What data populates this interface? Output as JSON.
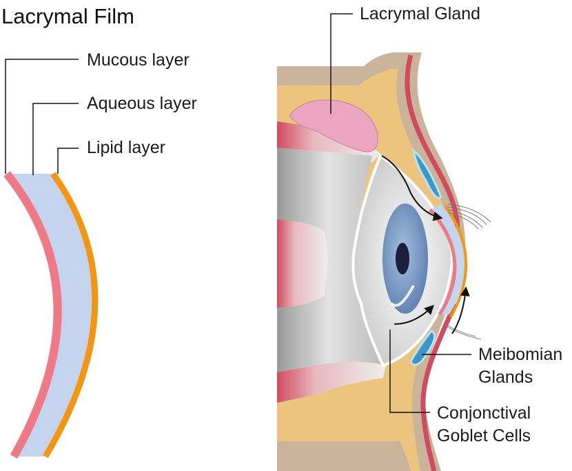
{
  "title": "Lacrymal Film",
  "film_layers": {
    "mucous": "Mucous layer",
    "aqueous": "Aqueous layer",
    "lipid": "Lipid layer"
  },
  "eye_labels": {
    "lacrymal_gland": "Lacrymal Gland",
    "meibomian_1": "Meibomian",
    "meibomian_2": "Glands",
    "goblet_1": "Conjonctival",
    "goblet_2": "Goblet Cells"
  },
  "colors": {
    "mucous": "#ef7a86",
    "aqueous": "#c5d4ee",
    "lipid": "#f39612",
    "fat": "#edc47e",
    "skin": "#c9b39a",
    "gland": "#eca6c2",
    "iris": "#7f9fc7",
    "muscle": "#d24a5f"
  }
}
